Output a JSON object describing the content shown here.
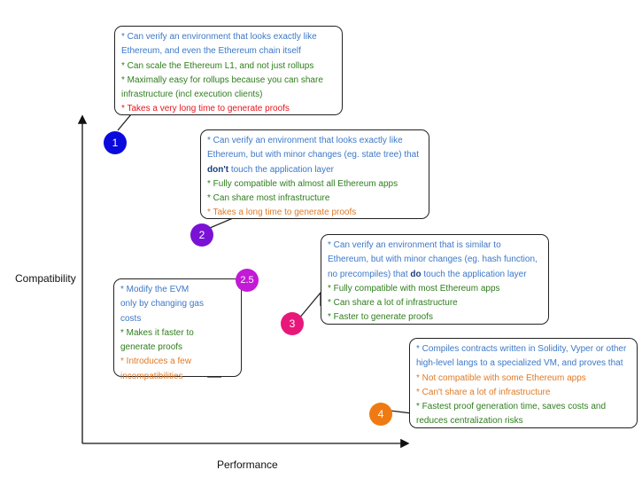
{
  "axes": {
    "x_label": "Performance",
    "y_label": "Compatibility"
  },
  "callouts": [
    {
      "marker": "1",
      "color": "#0a0adc",
      "lines": [
        [
          {
            "cls": "blue",
            "text": "* Can verify an environment that looks exactly like"
          }
        ],
        [
          {
            "cls": "blue",
            "text": "Ethereum, and even the Ethereum chain itself"
          }
        ],
        [
          {
            "cls": "green",
            "text": "* Can scale the Ethereum L1, and not just rollups"
          }
        ],
        [
          {
            "cls": "green",
            "text": "* Maximally easy for rollups because you can share"
          }
        ],
        [
          {
            "cls": "green",
            "text": "infrastructure (incl execution clients)"
          }
        ],
        [
          {
            "cls": "red",
            "text": "* Takes a very long time to generate proofs"
          }
        ]
      ]
    },
    {
      "marker": "2",
      "color": "#7a12d6",
      "lines": [
        [
          {
            "cls": "blue",
            "text": "* Can verify an environment that looks exactly like"
          }
        ],
        [
          {
            "cls": "blue",
            "text": "Ethereum, but with minor changes (eg. state tree) that"
          }
        ],
        [
          {
            "cls": "bold",
            "text": "don't"
          },
          {
            "cls": "blue",
            "text": " touch the application layer"
          }
        ],
        [
          {
            "cls": "green",
            "text": "* Fully compatible with almost all Ethereum apps"
          }
        ],
        [
          {
            "cls": "green",
            "text": "* Can share most infrastructure"
          }
        ],
        [
          {
            "cls": "orange",
            "text": "* Takes a long time to generate proofs"
          }
        ]
      ]
    },
    {
      "marker": "2.5",
      "color": "#c21ad6",
      "lines": [
        [
          {
            "cls": "blue",
            "text": "* Modify the EVM"
          }
        ],
        [
          {
            "cls": "blue",
            "text": "only by changing gas"
          }
        ],
        [
          {
            "cls": "blue",
            "text": "costs"
          }
        ],
        [
          {
            "cls": "green",
            "text": "* Makes it faster to"
          }
        ],
        [
          {
            "cls": "green",
            "text": "generate proofs"
          }
        ],
        [
          {
            "cls": "orange",
            "text": "* Introduces a few"
          }
        ],
        [
          {
            "cls": "orange",
            "text": "incompatibilities"
          }
        ]
      ]
    },
    {
      "marker": "3",
      "color": "#e8187a",
      "lines": [
        [
          {
            "cls": "blue",
            "text": "* Can verify an environment that is similar to"
          }
        ],
        [
          {
            "cls": "blue",
            "text": "Ethereum, but with minor changes (eg. hash function,"
          }
        ],
        [
          {
            "cls": "blue",
            "text": "no precompiles) that "
          },
          {
            "cls": "bold",
            "text": "do"
          },
          {
            "cls": "blue",
            "text": " touch the application layer"
          }
        ],
        [
          {
            "cls": "green",
            "text": "* Fully compatible with most Ethereum apps"
          }
        ],
        [
          {
            "cls": "green",
            "text": "* Can share a lot of infrastructure"
          }
        ],
        [
          {
            "cls": "green",
            "text": "* Faster to generate proofs"
          }
        ]
      ]
    },
    {
      "marker": "4",
      "color": "#f07a12",
      "lines": [
        [
          {
            "cls": "blue",
            "text": "* Compiles contracts written in Solidity, Vyper or other"
          }
        ],
        [
          {
            "cls": "blue",
            "text": "high-level langs to a specialized VM, and proves that"
          }
        ],
        [
          {
            "cls": "orange",
            "text": "* Not compatible with some Ethereum apps"
          }
        ],
        [
          {
            "cls": "orange",
            "text": "* Can't share a lot of infrastructure"
          }
        ],
        [
          {
            "cls": "green",
            "text": "* Fastest proof generation time, saves costs and"
          }
        ],
        [
          {
            "cls": "green",
            "text": "reduces centralization risks"
          }
        ]
      ]
    }
  ]
}
